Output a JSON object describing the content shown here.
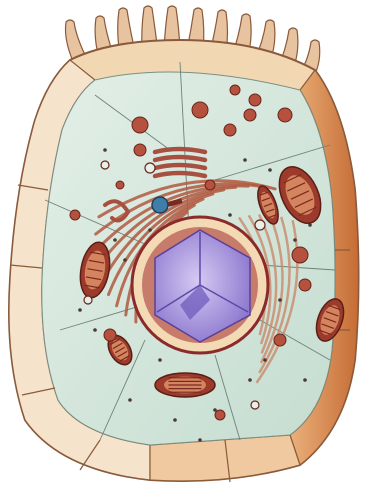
{
  "figure": {
    "subject": "cutaway-animal-cell",
    "labels": []
  },
  "colors": {
    "background": "#ffffff",
    "membrane_outer": "#f2d7b3",
    "membrane_edge": "#8a5a3a",
    "cytoplasm": "#d6e8dc",
    "cytoplasm_shade": "#bcd8c8",
    "microvilli": "#e8c3a0",
    "nucleus": "#b9a6e0",
    "nucleus_dark": "#7e69c4",
    "nuclear_envelope": "#8b2a2a",
    "rough_er": "#b1583f",
    "mitochondria": "#9c3a2c",
    "golgi": "#a7503f",
    "vesicles": "#b5523f",
    "right_wall": "#d6844d"
  },
  "icons": [
    "cell-membrane",
    "microvilli",
    "nucleus",
    "mitochondrion",
    "golgi-apparatus",
    "rough-endoplasmic-reticulum",
    "centrosome",
    "vesicle",
    "lysosome"
  ]
}
